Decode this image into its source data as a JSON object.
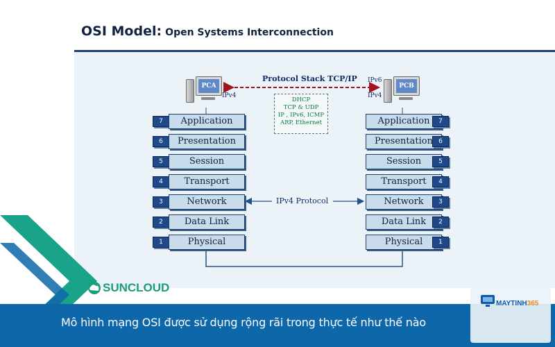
{
  "header": {
    "title_main": "OSI Model:",
    "title_sub": "Open Systems Interconnection"
  },
  "hosts": {
    "left": {
      "name": "PCA",
      "ip": "IPv4"
    },
    "right": {
      "name": "PCB",
      "ip_top": "IPv6",
      "ip_bottom": "IPv4"
    }
  },
  "protocol_stack": {
    "label": "Protocol Stack TCP/IP",
    "lines": [
      "DHCP",
      "TCP & UDP",
      "IP , IPv6, ICMP",
      "ARP, Ethernet"
    ]
  },
  "network_link_label": "IPv4 Protocol",
  "layers": [
    {
      "num": "7",
      "name": "Application"
    },
    {
      "num": "6",
      "name": "Presentation"
    },
    {
      "num": "5",
      "name": "Session"
    },
    {
      "num": "4",
      "name": "Transport"
    },
    {
      "num": "3",
      "name": "Network"
    },
    {
      "num": "2",
      "name": "Data Link"
    },
    {
      "num": "1",
      "name": "Physical"
    }
  ],
  "brand": {
    "left": "SUNCLOUD",
    "right_main": "MAYTINH",
    "right_accent": "365"
  },
  "banner": {
    "text": "Mô hình mạng OSI được sử dụng rộng rãi trong thực tế như thế nào"
  },
  "colors": {
    "title": "#10243f",
    "layer_fill": "#c9dcec",
    "layer_number": "#20498a",
    "arrow_red": "#a3121f",
    "protocol_green": "#0a7a33",
    "banner": "#0d67a8",
    "brand_green": "#1a9d7a"
  }
}
